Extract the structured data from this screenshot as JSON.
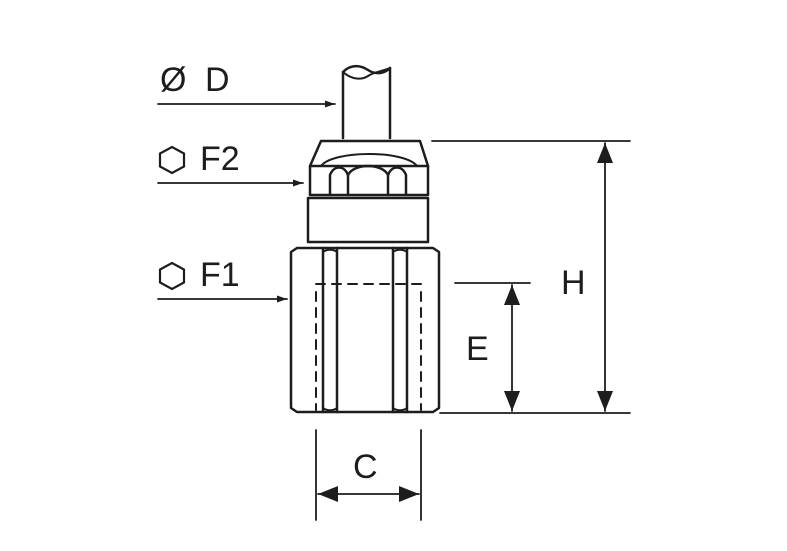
{
  "diagram": {
    "labels": {
      "diameter_symbol": "Ø",
      "diameter_letter": "D",
      "hex_f2_letter": "F2",
      "hex_f1_letter": "F1",
      "height": "H",
      "depth": "E",
      "width": "C"
    },
    "icons": {
      "hex_f2": "hexagon-icon",
      "hex_f1": "hexagon-icon"
    },
    "colors": {
      "stroke": "#1d1d1b",
      "background": "#ffffff"
    }
  }
}
